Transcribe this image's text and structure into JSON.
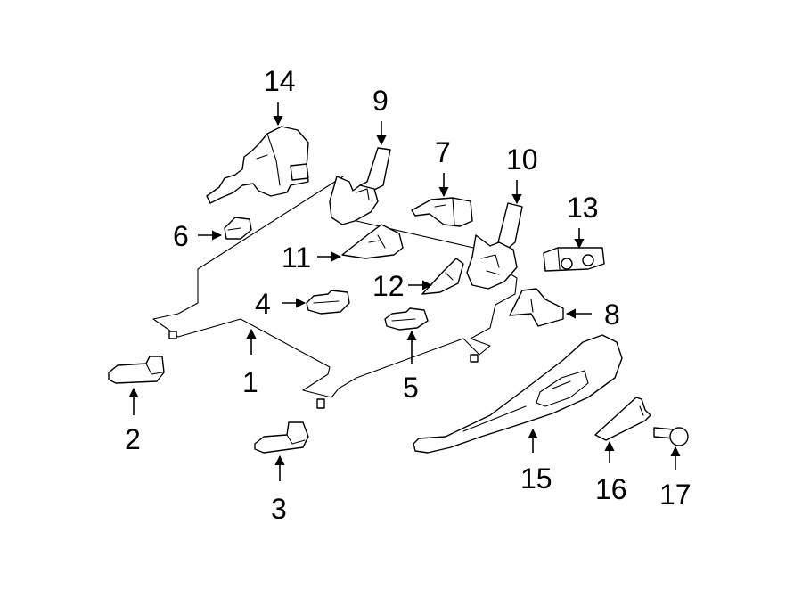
{
  "callouts": [
    {
      "id": "1",
      "label": "1"
    },
    {
      "id": "2",
      "label": "2"
    },
    {
      "id": "3",
      "label": "3"
    },
    {
      "id": "4",
      "label": "4"
    },
    {
      "id": "5",
      "label": "5"
    },
    {
      "id": "6",
      "label": "6"
    },
    {
      "id": "7",
      "label": "7"
    },
    {
      "id": "8",
      "label": "8"
    },
    {
      "id": "9",
      "label": "9"
    },
    {
      "id": "10",
      "label": "10"
    },
    {
      "id": "11",
      "label": "11"
    },
    {
      "id": "12",
      "label": "12"
    },
    {
      "id": "13",
      "label": "13"
    },
    {
      "id": "14",
      "label": "14"
    },
    {
      "id": "15",
      "label": "15"
    },
    {
      "id": "16",
      "label": "16"
    },
    {
      "id": "17",
      "label": "17"
    }
  ],
  "colors": {
    "line": "#000000",
    "background": "#ffffff",
    "shade": "#e9e9e9"
  }
}
